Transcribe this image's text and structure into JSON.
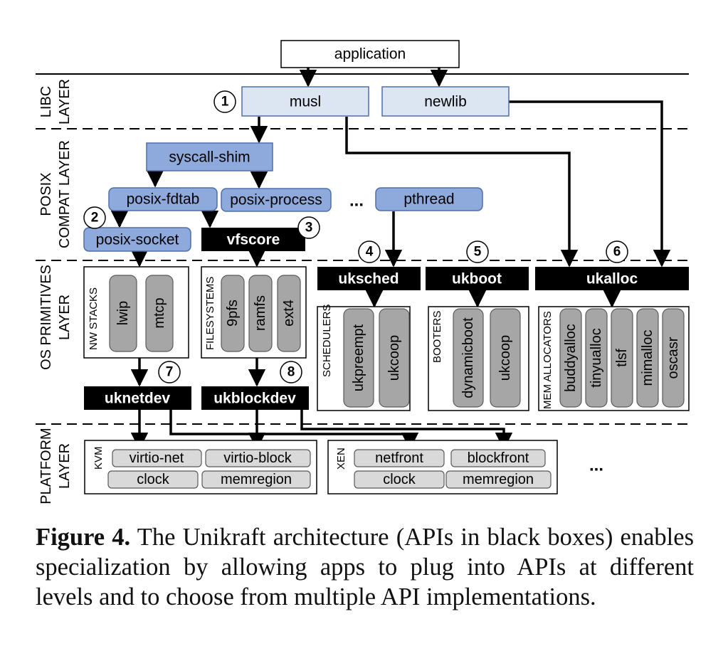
{
  "colors": {
    "light_box": "#dce6f2",
    "mid_box": "#8ea9db",
    "mid_border": "#4f6fa8",
    "api_box": "#000000",
    "impl_box": "#a6a6a6",
    "platform_item": "#d9d9d9",
    "line": "#000000"
  },
  "layers": {
    "libc": [
      "LIBC",
      "LAYER"
    ],
    "posix": [
      "POSIX",
      "COMPAT LAYER"
    ],
    "os": [
      "OS PRIMITIVES",
      "LAYER"
    ],
    "platform": [
      "PLATFORM",
      "LAYER"
    ]
  },
  "boxes": {
    "application": "application",
    "musl": "musl",
    "newlib": "newlib",
    "syscall_shim": "syscall-shim",
    "posix_fdtab": "posix-fdtab",
    "posix_process": "posix-process",
    "pthread": "pthread",
    "posix_socket": "posix-socket",
    "vfscore": "vfscore",
    "uksched": "uksched",
    "ukboot": "ukboot",
    "ukalloc": "ukalloc",
    "uknetdev": "uknetdev",
    "ukblockdev": "ukblockdev"
  },
  "ellipsis": "...",
  "markers": [
    "1",
    "2",
    "3",
    "4",
    "5",
    "6",
    "7",
    "8"
  ],
  "groups": {
    "nw_stacks": {
      "label": "NW STACKS",
      "items": [
        "lwip",
        "mtcp"
      ]
    },
    "filesystems": {
      "label": "FILESYSTEMS",
      "items": [
        "9pfs",
        "ramfs",
        "ext4"
      ]
    },
    "schedulers": {
      "label": "SCHEDULERS",
      "items": [
        "ukpreempt",
        "ukcoop"
      ]
    },
    "booters": {
      "label": "BOOTERS",
      "items": [
        "dynamicboot",
        "ukcoop"
      ]
    },
    "mem_allocators": {
      "label": "MEM ALLOCATORS",
      "items": [
        "buddyalloc",
        "tinyualloc",
        "tlsf",
        "mimalloc",
        "oscasr"
      ]
    }
  },
  "platforms": {
    "kvm": {
      "label": "KVM",
      "items": [
        "virtio-net",
        "virtio-block",
        "clock",
        "memregion"
      ]
    },
    "xen": {
      "label": "XEN",
      "items": [
        "netfront",
        "blockfront",
        "clock",
        "memregion"
      ]
    }
  },
  "caption": {
    "label": "Figure 4.",
    "text": "The Unikraft architecture (APIs in black boxes) enables specialization by allowing apps to plug into APIs at different levels and to choose from multiple API implementations."
  }
}
